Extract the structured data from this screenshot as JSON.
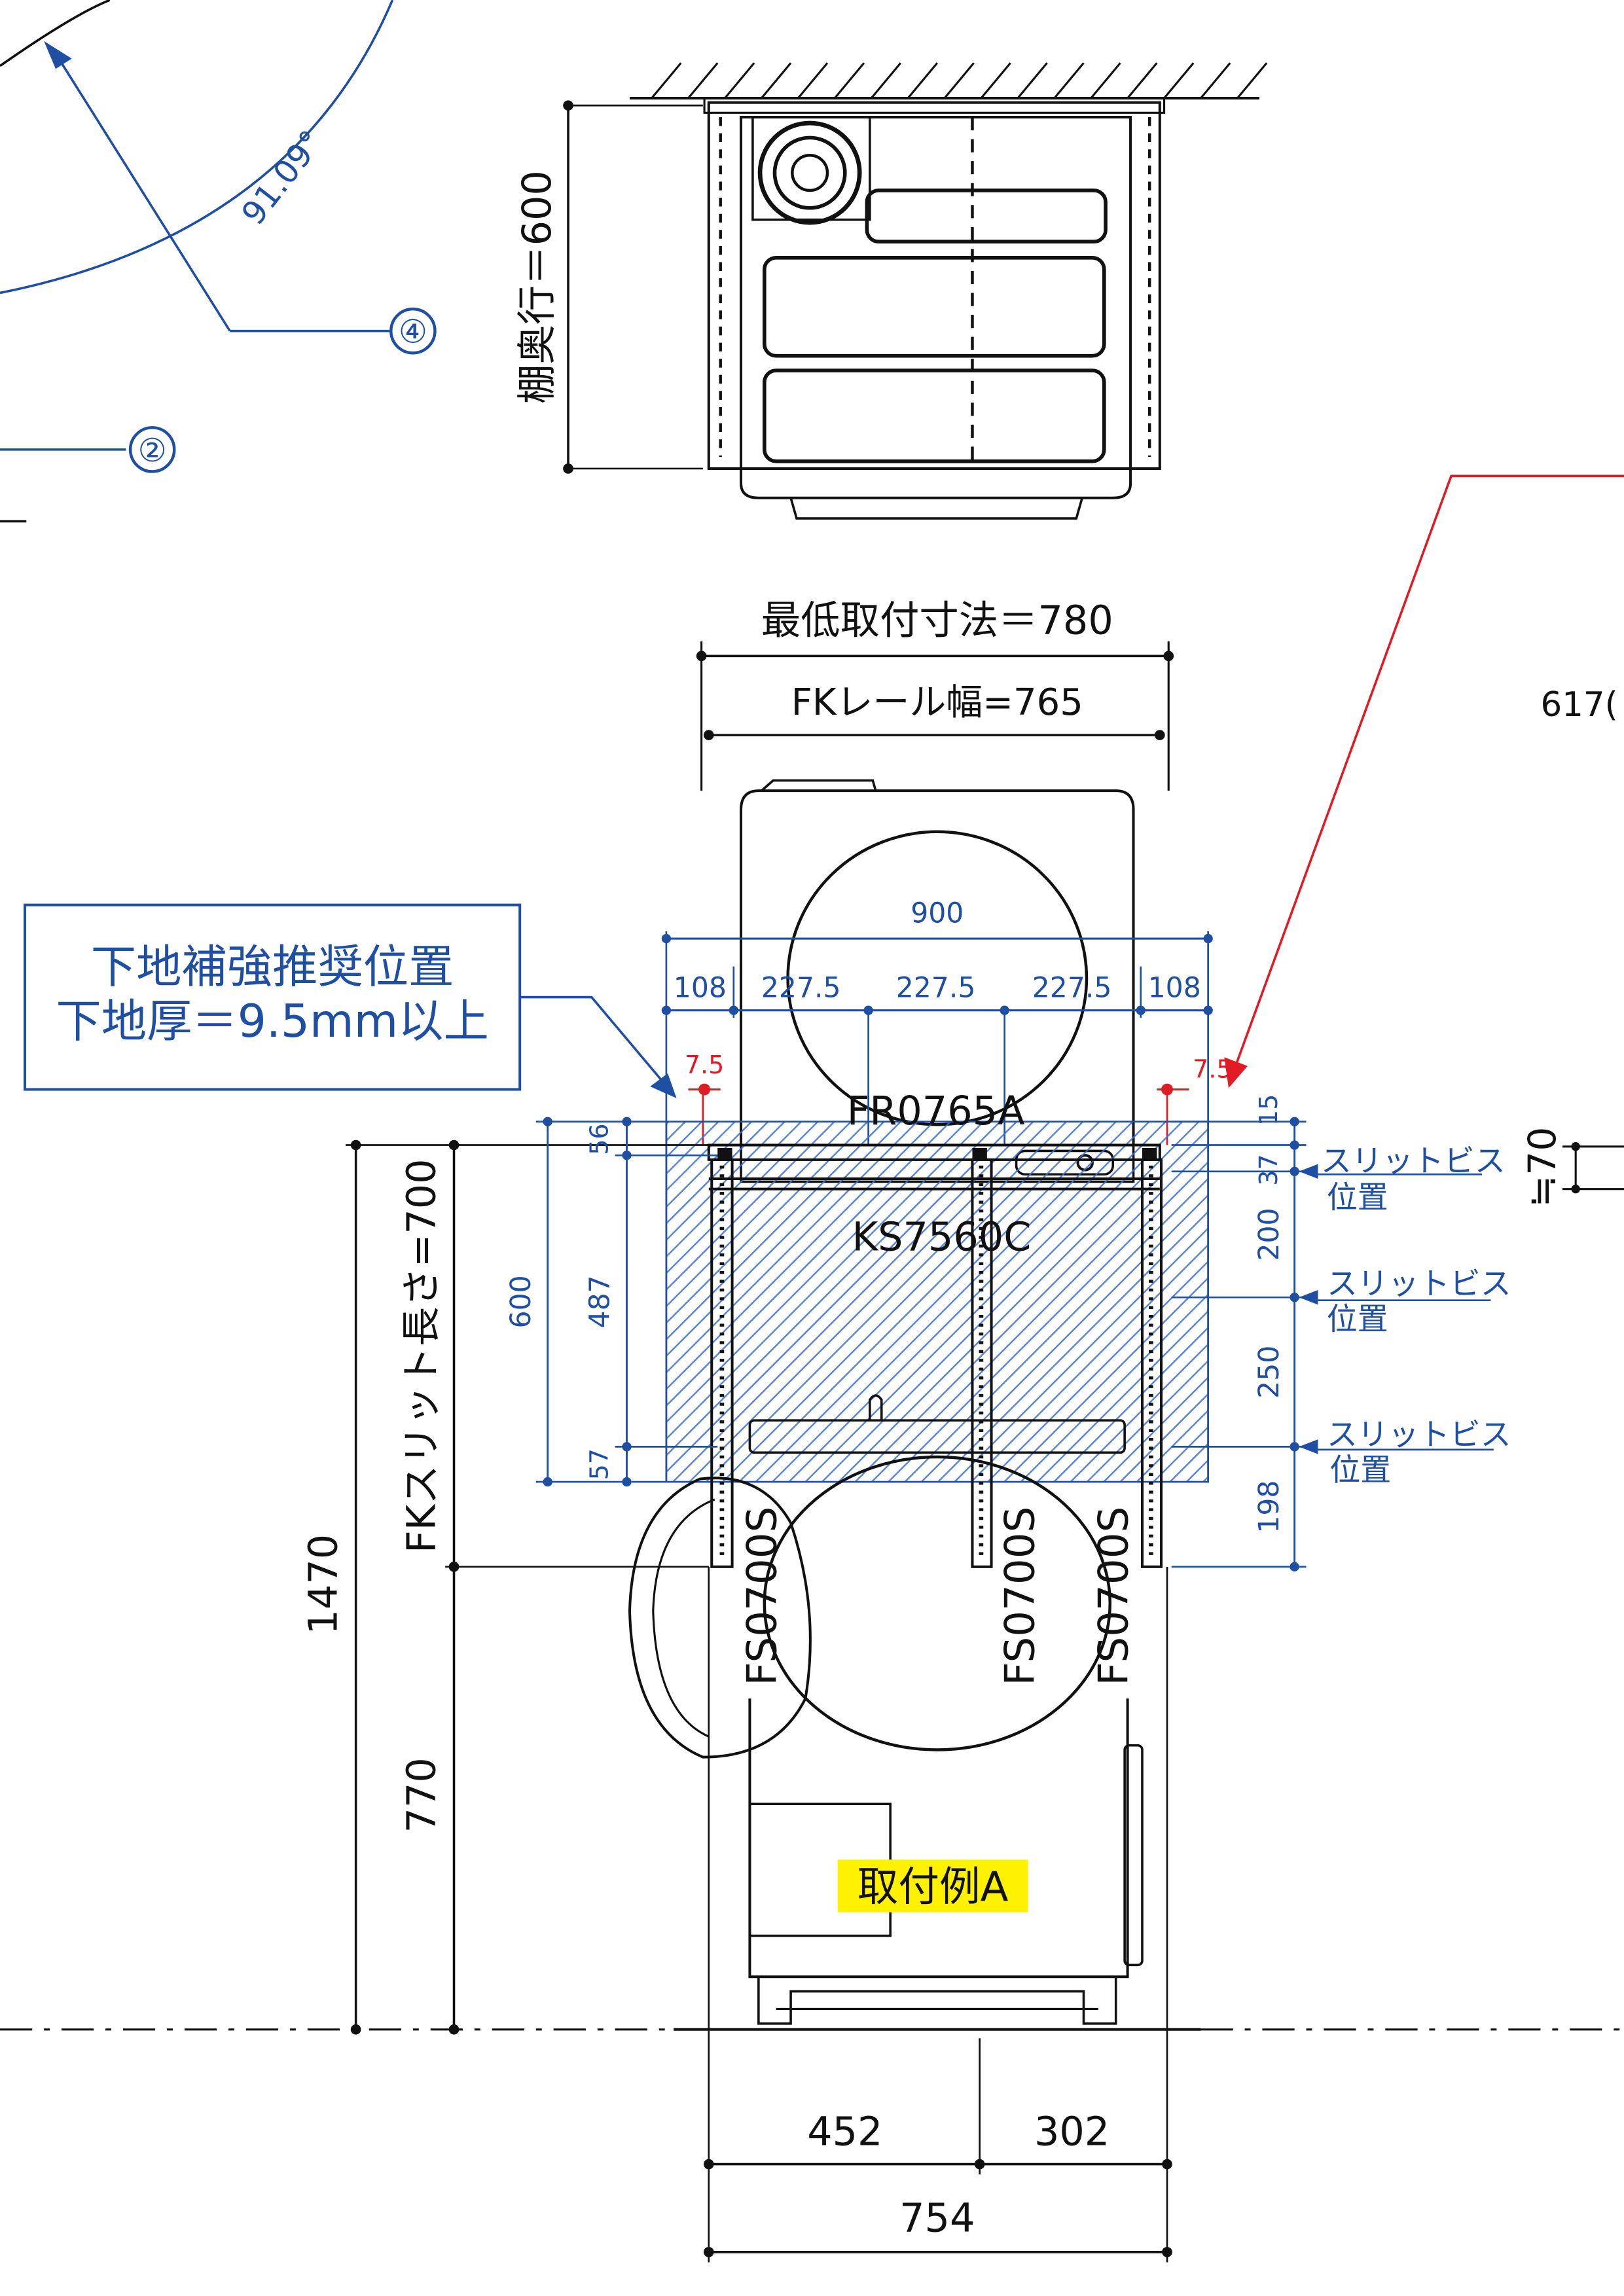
{
  "colors": {
    "line": "#111111",
    "blue": "#1e4fa3",
    "red": "#e01b24",
    "highlight": "#fff200",
    "hatch": "#3a6fd0"
  },
  "icons": {
    "arrow": "arrowhead",
    "dot": "dimension-dot"
  },
  "top_view": {
    "angle_label": "91.09°",
    "marker_4": "④",
    "marker_2": "②",
    "shelf_depth_label": "棚奥行＝600"
  },
  "front_view": {
    "min_mount_label": "最低取付寸法＝780",
    "rail_width_label": "FKレール幅=765",
    "slit_length_label": "FKスリット長さ=700",
    "partial_label": "617(",
    "approx_70_label": "≒70",
    "callout_line1": "下地補強推奨位置",
    "callout_line2": "下地厚＝9.5mm以上",
    "rail_model": "FR0765A",
    "shelf_model": "KS7560C",
    "slit_model": "FS0700S",
    "example_label": "取付例A",
    "screw_label_line1": "スリットビス",
    "screw_label_line2": "位置"
  },
  "dimensions": {
    "total_width": "900",
    "seg_108": "108",
    "seg_2275": "227.5",
    "offset_75": "7.5",
    "d_600": "600",
    "d_487": "487",
    "d_56": "56",
    "d_57": "57",
    "d_15": "15",
    "d_37": "37",
    "d_200": "200",
    "d_250": "250",
    "d_198": "198",
    "h_1470": "1470",
    "h_770": "770",
    "w_452": "452",
    "w_302": "302",
    "w_754": "754"
  }
}
